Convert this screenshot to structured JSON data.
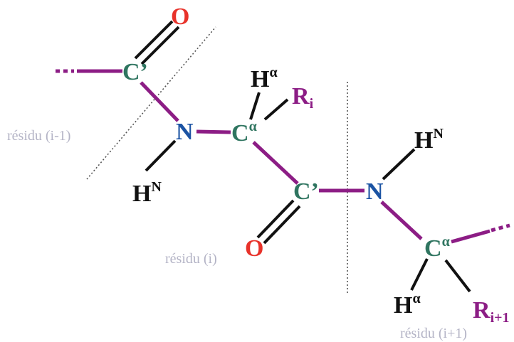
{
  "colors": {
    "oxygen": "#e8322a",
    "carbon": "#2f7560",
    "nitrogen": "#1b53a3",
    "hydrogen": "#111111",
    "sidechain": "#8c1d85",
    "backbone": "#8c1d85",
    "residue_label": "#b4b4c6"
  },
  "atoms": {
    "o1": "O",
    "c1": "C’",
    "n1": "N",
    "hn1": "H",
    "hn1_sup": "N",
    "ca1": "C",
    "ca1_sup": "α",
    "ha1": "H",
    "ha1_sup": "α",
    "r1": "R",
    "r1_sub": "i",
    "c2": "C’",
    "o2": "O",
    "n2": "N",
    "hn2": "H",
    "hn2_sup": "N",
    "ca2": "C",
    "ca2_sup": "α",
    "ha2": "H",
    "ha2_sup": "α",
    "r2": "R",
    "r2_sub": "i+1"
  },
  "residues": {
    "prev": "résidu (i-1)",
    "curr": "résidu (i)",
    "next": "résidu (i+1)"
  }
}
